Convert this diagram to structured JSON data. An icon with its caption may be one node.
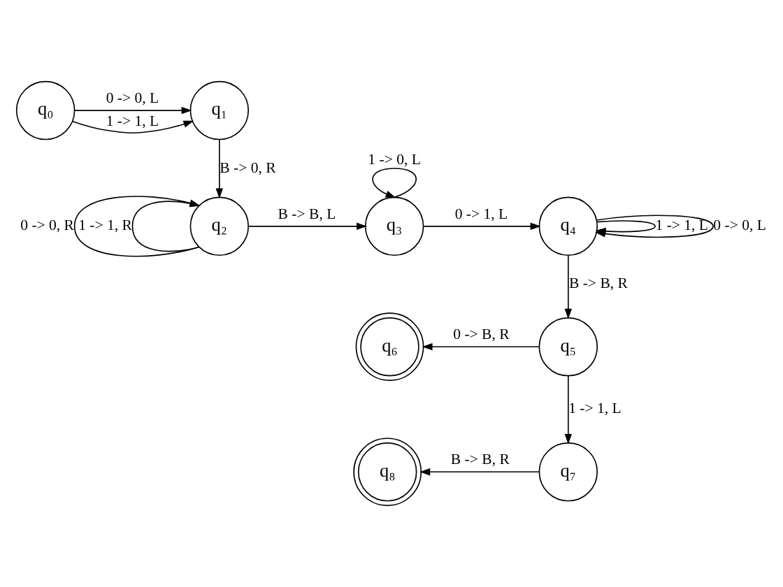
{
  "diagram": {
    "nodes": [
      {
        "text": [
          "q₀"
        ]
      },
      {
        "text": [
          "q₁"
        ]
      },
      {
        "text": [
          "q₂"
        ]
      },
      {
        "text": [
          "q₃"
        ]
      },
      {
        "text": [
          "q₄"
        ]
      },
      {
        "text": [
          "q₅"
        ]
      },
      {
        "text": [
          "q₆"
        ]
      },
      {
        "text": [
          "q₇"
        ]
      },
      {
        "text": [
          "q₈"
        ]
      }
    ],
    "edges": [
      {
        "from": 0,
        "to": 1,
        "arrow": "to",
        "label": "0 -> 0, L"
      },
      {
        "from": 0,
        "to": 1,
        "arrow": "to",
        "label": "1 -> 1, L"
      },
      {
        "from": 1,
        "to": 2,
        "arrow": "to",
        "label": "B -> 0, R"
      },
      {
        "from": 2,
        "to": 2,
        "arrow": "to",
        "label": "1 -> 1, R"
      },
      {
        "from": 2,
        "to": 2,
        "arrow": "to",
        "label": "0 -> 0, R"
      },
      {
        "from": 2,
        "to": 3,
        "arrow": "to",
        "label": "B -> B, L"
      },
      {
        "from": 3,
        "to": 3,
        "arrow": "to",
        "label": "1 -> 0, L"
      },
      {
        "from": 3,
        "to": 4,
        "arrow": "to",
        "label": "0 -> 1, L"
      },
      {
        "from": 4,
        "to": 4,
        "arrow": "to",
        "label": "1 -> 1, L"
      },
      {
        "from": 4,
        "to": 4,
        "arrow": "to",
        "label": "0 -> 0, L"
      },
      {
        "from": 4,
        "to": 5,
        "arrow": "to",
        "label": "B -> B, R"
      },
      {
        "from": 5,
        "to": 6,
        "arrow": "to",
        "label": "0 -> B, R"
      },
      {
        "from": 5,
        "to": 7,
        "arrow": "to",
        "label": "1 -> 1, L"
      },
      {
        "from": 7,
        "to": 8,
        "arrow": "to",
        "label": "B -> B, R"
      }
    ]
  }
}
